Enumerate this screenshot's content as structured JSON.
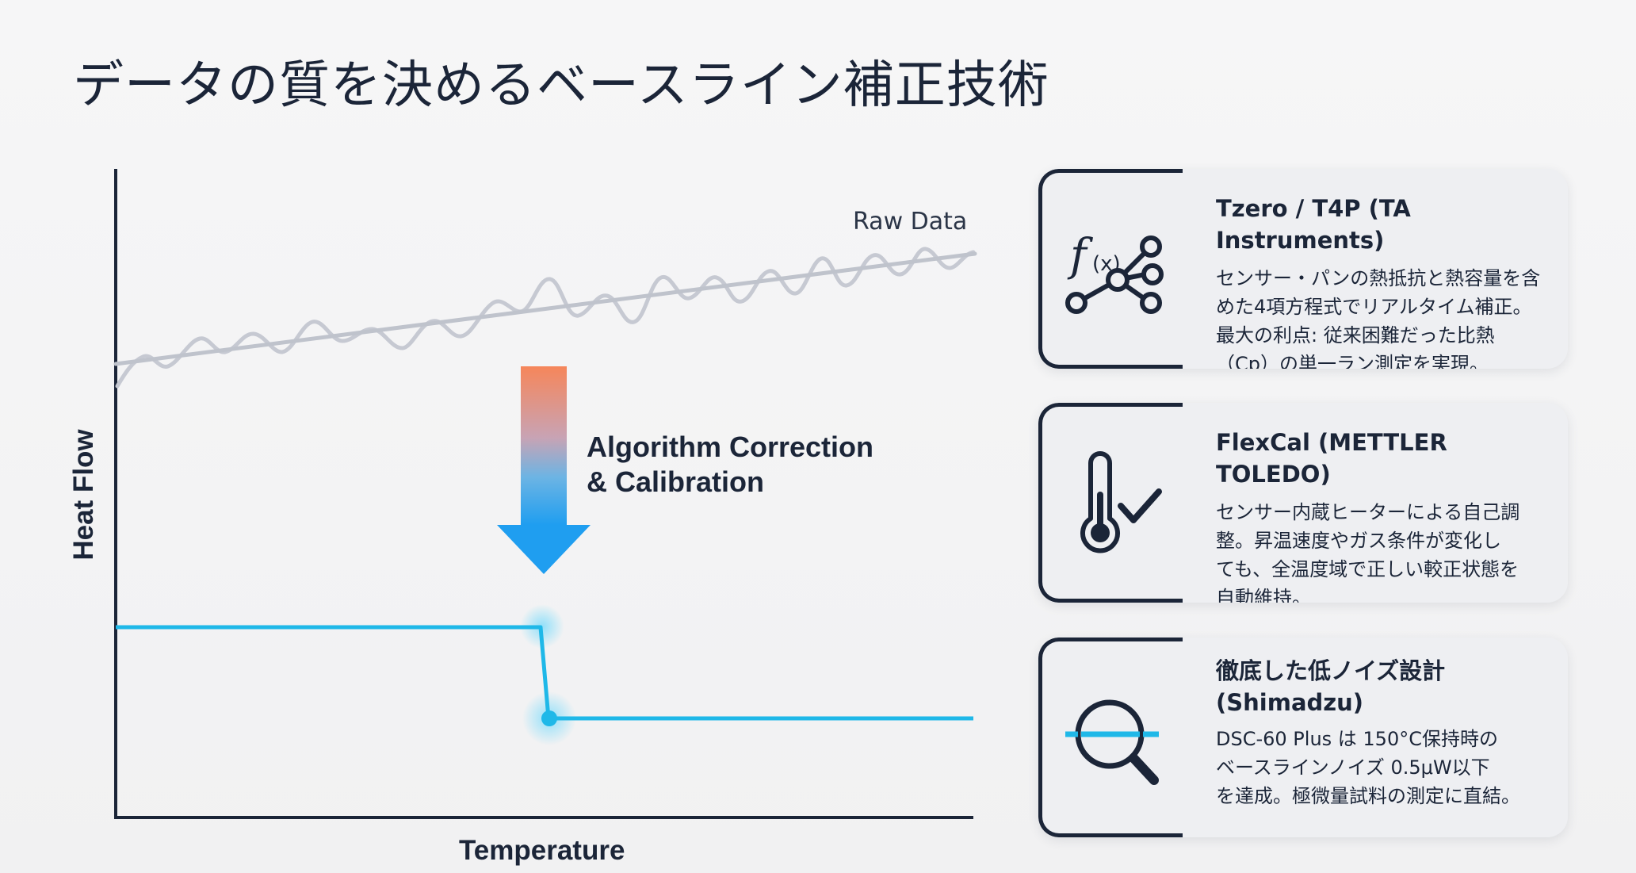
{
  "title": "データの質を決めるベースライン補正技術",
  "chart": {
    "x_axis_label": "Temperature",
    "y_axis_label": "Heat Flow",
    "raw_data_label": "Raw Data",
    "correction_label_line1": "Algorithm Correction",
    "correction_label_line2": "& Calibration"
  },
  "cards": [
    {
      "icon": "function-network-icon",
      "title": "Tzero / T4P (TA Instruments)",
      "body": "センサー・パンの熱抵抗と熱容量を含\nめた4項方程式でリアルタイム補正。\n最大の利点: 従来困難だった比熱\n（Cp）の単一ラン測定を実現。"
    },
    {
      "icon": "thermometer-check-icon",
      "title": "FlexCal (METTLER TOLEDO)",
      "body": "センサー内蔵ヒーターによる自己調\n整。昇温速度やガス条件が変化し\nても、全温度域で正しい較正状態を\n自動維持。"
    },
    {
      "icon": "magnifier-baseline-icon",
      "title": "徹底した低ノイズ設計\n(Shimadzu)",
      "body": "DSC-60 Plus は 150°C保持時の\nベースラインノイズ 0.5μW以下\nを達成。極微量試料の測定に直結。"
    }
  ],
  "colors": {
    "text": "#1b2538",
    "raw_line": "#c3c6cf",
    "corrected_line": "#1fb8e8",
    "arrow_top": "#f6865a",
    "arrow_bottom": "#1f9ef0",
    "card_bg": "#eeeff2"
  }
}
